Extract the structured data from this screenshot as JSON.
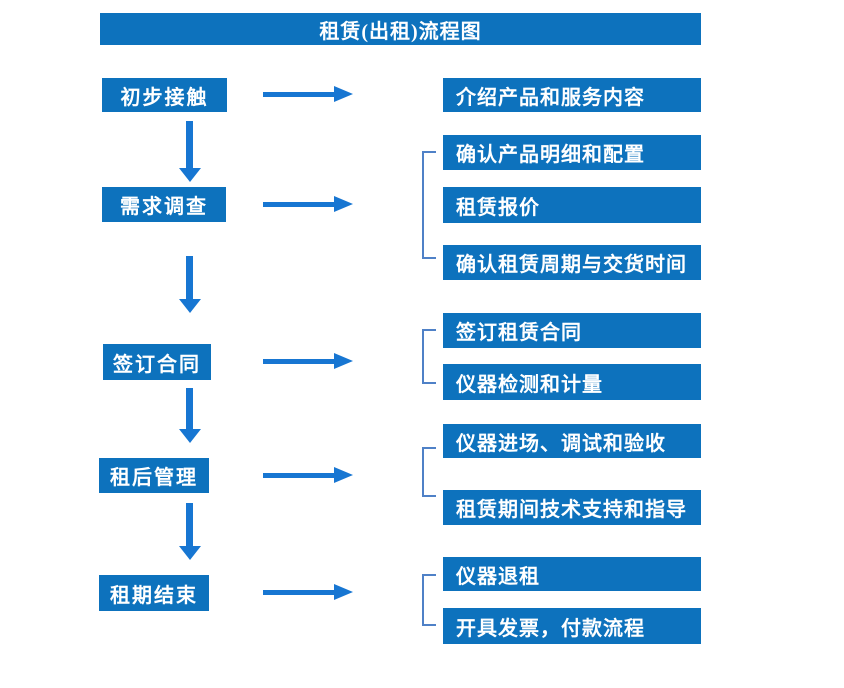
{
  "title": "租赁(出租)流程图",
  "colors": {
    "primary": "#0D72BD",
    "arrow": "#1776D2",
    "bracket": "#4F81C7"
  },
  "steps": [
    {
      "label": "初步接触",
      "details": [
        "介绍产品和服务内容"
      ]
    },
    {
      "label": "需求调查",
      "details": [
        "确认产品明细和配置",
        "租赁报价",
        "确认租赁周期与交货时间"
      ]
    },
    {
      "label": "签订合同",
      "details": [
        "签订租赁合同",
        "仪器检测和计量"
      ]
    },
    {
      "label": "租后管理",
      "details": [
        "仪器进场、调试和验收",
        "租赁期间技术支持和指导"
      ]
    },
    {
      "label": "租期结束",
      "details": [
        "仪器退租",
        "开具发票，付款流程"
      ]
    }
  ]
}
